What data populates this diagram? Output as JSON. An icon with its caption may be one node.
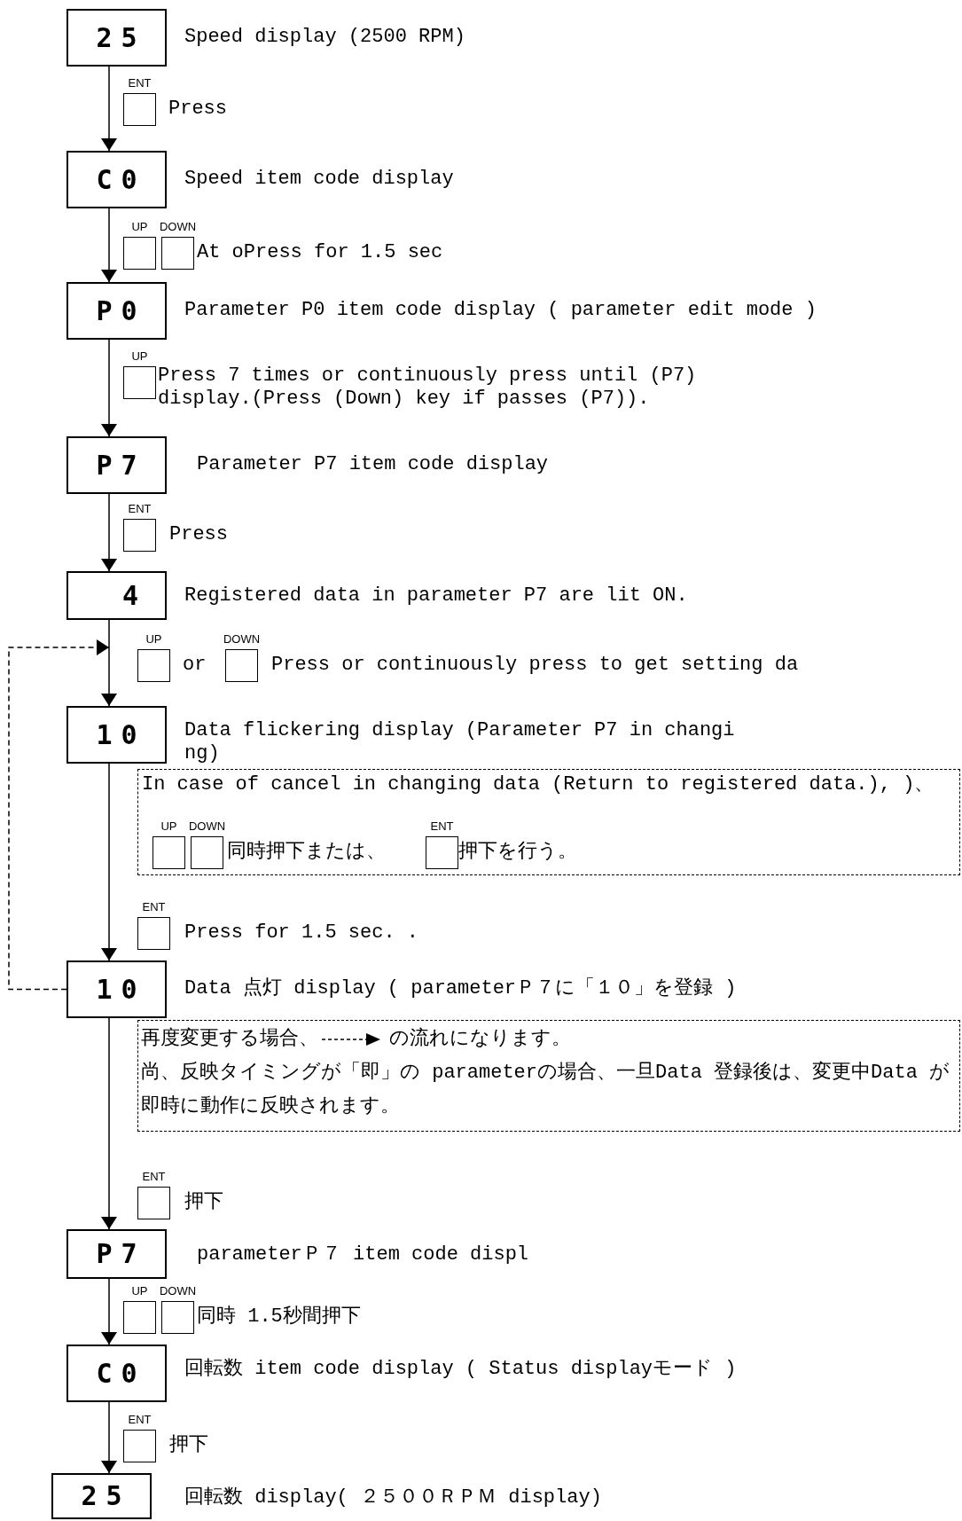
{
  "diagram": {
    "nodes": [
      {
        "text": [
          "25"
        ],
        "beside": [
          "Speed display (2500 RPM)"
        ]
      },
      {
        "text": [
          "ENT"
        ],
        "beside": [
          "Press"
        ]
      },
      {
        "text": [
          "C0"
        ],
        "beside": [
          "Speed item code display"
        ]
      },
      {
        "text": [
          "UP"
        ]
      },
      {
        "text": [
          "DOWN"
        ],
        "beside": [
          "At oPress for 1.5 sec"
        ]
      },
      {
        "text": [
          "P0"
        ],
        "beside": [
          "Parameter P0 item code display ( parameter edit mode )"
        ]
      },
      {
        "text": [
          "UP"
        ],
        "beside": [
          "Press 7 times or continuously press until (P7) display.(Press (Down) key if passes (P7))."
        ]
      },
      {
        "text": [
          "P7"
        ],
        "beside": [
          "Parameter P7 item code display"
        ]
      },
      {
        "text": [
          "ENT"
        ],
        "beside": [
          "Press"
        ]
      },
      {
        "text": [
          "4"
        ],
        "beside": [
          "Registered data in parameter P7 are lit ON."
        ]
      },
      {
        "text": [
          "UP"
        ],
        "beside": [
          "or"
        ]
      },
      {
        "text": [
          "DOWN"
        ],
        "beside": [
          "Press or continuously press to get setting da"
        ]
      },
      {
        "text": [
          "10"
        ],
        "beside": [
          "Data flickering display (Parameter P7 in changi ng)"
        ]
      },
      {
        "text": [
          "In case of cancel in changing data (Return to registered data.), )、"
        ]
      },
      {
        "text": [
          "UP"
        ],
        "in": 13
      },
      {
        "text": [
          "DOWN"
        ],
        "in": 13,
        "beside": [
          "同時押下または、"
        ]
      },
      {
        "text": [
          "ENT"
        ],
        "in": 13,
        "beside": [
          "押下を行う。"
        ]
      },
      {
        "text": [
          "ENT"
        ],
        "beside": [
          "Press for 1.5 sec. ."
        ]
      },
      {
        "text": [
          "10"
        ],
        "beside": [
          "Data 点灯 display ( parameterＰ７に「１０」を登録 )"
        ]
      },
      {
        "text": [
          "再度変更する場合、",
          "の流れになります。",
          "尚、反映タイミングが「即」の parameterの場合、一旦Data 登録後は、変更中Data が即時に動作に反映されます。"
        ]
      },
      {
        "text": [
          "ENT"
        ],
        "beside": [
          "押下"
        ]
      },
      {
        "text": [
          "P7"
        ],
        "beside": [
          "parameterＰ７ item code displ"
        ]
      },
      {
        "text": [
          "UP"
        ]
      },
      {
        "text": [
          "DOWN"
        ],
        "beside": [
          "同時 1.5秒間押下"
        ]
      },
      {
        "text": [
          "C0"
        ],
        "beside": [
          "回転数 item code display ( Status displayモード )"
        ]
      },
      {
        "text": [
          "ENT"
        ],
        "beside": [
          "押下"
        ]
      },
      {
        "text": [
          "25"
        ],
        "beside": [
          "回転数 display( ２５００ＲＰＭ display)"
        ]
      }
    ],
    "edges": [
      {
        "from": 0,
        "to": 2,
        "arrow": "to"
      },
      {
        "from": 2,
        "to": 5,
        "arrow": "to"
      },
      {
        "from": 5,
        "to": 7,
        "arrow": "to"
      },
      {
        "from": 7,
        "to": 9,
        "arrow": "to"
      },
      {
        "from": 9,
        "to": 12,
        "arrow": "to"
      },
      {
        "from": 12,
        "to": 18,
        "arrow": "to"
      },
      {
        "from": 18,
        "to": 21,
        "arrow": "to"
      },
      {
        "from": 21,
        "to": 24,
        "arrow": "to"
      },
      {
        "from": 24,
        "to": 26,
        "arrow": "to"
      },
      {
        "from": 18,
        "to": 9,
        "arrow": "to",
        "style": "dashed"
      }
    ]
  }
}
